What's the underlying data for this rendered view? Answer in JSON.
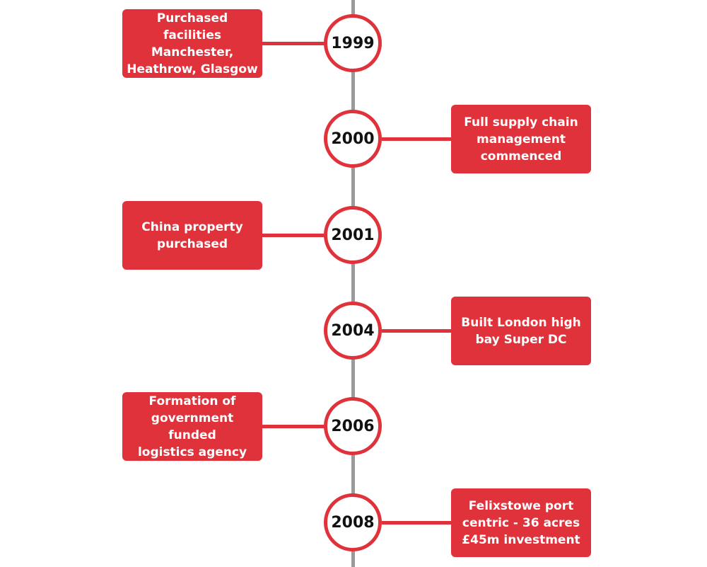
{
  "colors": {
    "accent": "#e0323a",
    "line": "#9a9a9a",
    "circle_fill": "#ffffff",
    "year_text": "#111111",
    "box_text": "#ffffff"
  },
  "events": [
    {
      "year": "1999",
      "side": "left",
      "text": "Purchased facilities\nManchester,\nHeathrow, Glasgow"
    },
    {
      "year": "2000",
      "side": "right",
      "text": "Full supply chain\nmanagement\ncommenced"
    },
    {
      "year": "2001",
      "side": "left",
      "text": "China property\npurchased"
    },
    {
      "year": "2004",
      "side": "right",
      "text": "Built London high\nbay Super DC"
    },
    {
      "year": "2006",
      "side": "left",
      "text": "Formation of\ngovernment funded\nlogistics agency"
    },
    {
      "year": "2008",
      "side": "right",
      "text": "Felixstowe port\ncentric - 36 acres\n£45m investment"
    }
  ]
}
